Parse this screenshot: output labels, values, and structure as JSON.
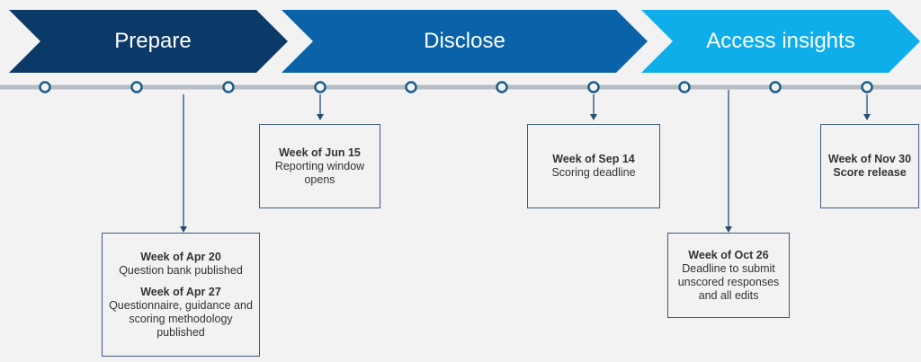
{
  "phases": [
    {
      "label": "Prepare",
      "color": "#0b3a68"
    },
    {
      "label": "Disclose",
      "color": "#0a62a8"
    },
    {
      "label": "Access insights",
      "color": "#0eaeea"
    }
  ],
  "timeline": {
    "line_color": "#b5bcc3",
    "node_color": "#1a5e88",
    "connector_color": "#2b4c72"
  },
  "events": [
    {
      "week": "Week of Apr 20",
      "desc": "Question bank published"
    },
    {
      "week": "Week of Apr 27",
      "desc": "Questionnaire, guidance and scoring methodology published"
    },
    {
      "week": "Week of Jun 15",
      "desc": "Reporting window opens"
    },
    {
      "week": "Week of Sep 14",
      "desc": "Scoring deadline"
    },
    {
      "week": "Week of Oct 26",
      "desc": "Deadline to submit unscored responses and all edits"
    },
    {
      "week": "Week of Nov 30",
      "desc": "Score release"
    }
  ]
}
